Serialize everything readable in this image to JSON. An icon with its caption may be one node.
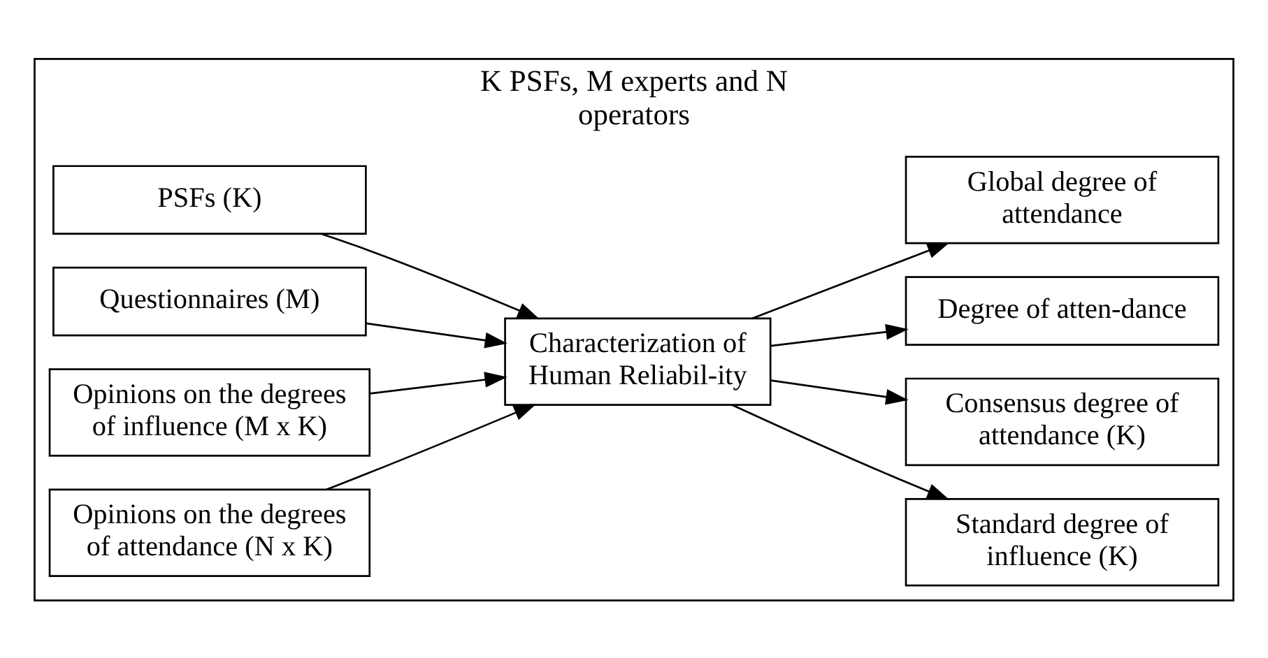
{
  "diagram": {
    "nodes": [
      {
        "text": [
          "K PSFs, M experts and N operators"
        ]
      },
      {
        "text": [
          "PSFs (K)"
        ],
        "in": 0
      },
      {
        "text": [
          "Questionnaires (M)"
        ],
        "in": 0
      },
      {
        "text": [
          "Opinions on the degrees of influence (M x K)"
        ],
        "in": 0
      },
      {
        "text": [
          "Opinions on the degrees of attendance (N x K)"
        ],
        "in": 0
      },
      {
        "text": [
          "Characterization of Human Reliabil-ity"
        ],
        "in": 0
      },
      {
        "text": [
          "Standard degree of influence (K)"
        ],
        "in": 0
      },
      {
        "text": [
          "Consensus degree of attendance (K)"
        ],
        "in": 0
      },
      {
        "text": [
          "Degree of atten-dance"
        ],
        "in": 0
      },
      {
        "text": [
          "Global degree of attendance"
        ],
        "in": 0
      }
    ],
    "edges": [
      {
        "from": 1,
        "to": 5,
        "arrow": "to"
      },
      {
        "from": 2,
        "to": 5,
        "arrow": "to"
      },
      {
        "from": 3,
        "to": 5,
        "arrow": "to"
      },
      {
        "from": 4,
        "to": 5,
        "arrow": "to"
      },
      {
        "from": 5,
        "to": 6,
        "arrow": "to"
      },
      {
        "from": 5,
        "to": 7,
        "arrow": "to"
      },
      {
        "from": 5,
        "to": 8,
        "arrow": "to"
      },
      {
        "from": 5,
        "to": 9,
        "arrow": "to"
      }
    ]
  }
}
